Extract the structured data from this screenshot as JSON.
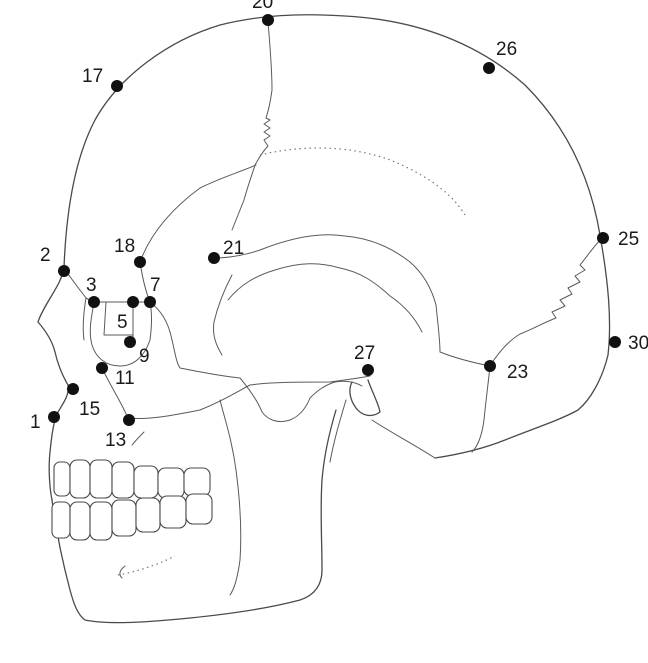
{
  "diagram": {
    "colors": {
      "line": "#4a4a4a",
      "marker": "#111111",
      "background": "#ffffff"
    },
    "landmarks": [
      {
        "label": "1"
      },
      {
        "label": "2"
      },
      {
        "label": "3"
      },
      {
        "label": "5"
      },
      {
        "label": "7"
      },
      {
        "label": "9"
      },
      {
        "label": "11"
      },
      {
        "label": "13"
      },
      {
        "label": "15"
      },
      {
        "label": "17"
      },
      {
        "label": "18"
      },
      {
        "label": "20"
      },
      {
        "label": "21"
      },
      {
        "label": "23"
      },
      {
        "label": "25"
      },
      {
        "label": "26"
      },
      {
        "label": "27"
      },
      {
        "label": "30"
      }
    ]
  }
}
